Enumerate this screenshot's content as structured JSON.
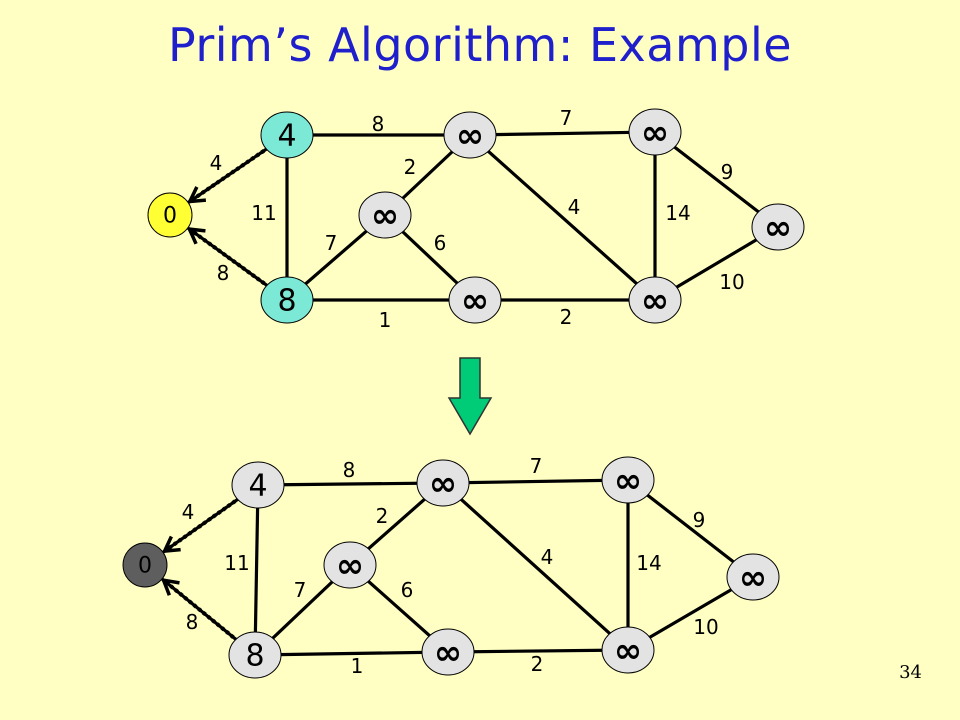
{
  "title": "Prim’s Algorithm: Example",
  "page_number": "34",
  "colors": {
    "background": "#FFFFC4",
    "title": "#1F1FCC",
    "node_default": "#E3E3E3",
    "node_fringe": "#7CE8D6",
    "node_start": "#FFFF33",
    "node_done": "#5E5E5E",
    "arrow": "#00CC77"
  },
  "graphs": [
    {
      "id": "before",
      "nodes": [
        {
          "id": "a",
          "label": "0",
          "style": "start"
        },
        {
          "id": "b",
          "label": "4",
          "style": "fringe"
        },
        {
          "id": "h",
          "label": "8",
          "style": "fringe"
        },
        {
          "id": "c",
          "label": "∞",
          "style": "default"
        },
        {
          "id": "i",
          "label": "∞",
          "style": "default"
        },
        {
          "id": "g",
          "label": "∞",
          "style": "default"
        },
        {
          "id": "d",
          "label": "∞",
          "style": "default"
        },
        {
          "id": "f",
          "label": "∞",
          "style": "default"
        },
        {
          "id": "e",
          "label": "∞",
          "style": "default"
        }
      ],
      "edges": [
        {
          "from": "a",
          "to": "b",
          "weight": "4",
          "tree": true
        },
        {
          "from": "a",
          "to": "h",
          "weight": "8",
          "tree": true
        },
        {
          "from": "b",
          "to": "h",
          "weight": "11",
          "tree": false
        },
        {
          "from": "b",
          "to": "c",
          "weight": "8",
          "tree": false
        },
        {
          "from": "c",
          "to": "i",
          "weight": "2",
          "tree": false
        },
        {
          "from": "h",
          "to": "i",
          "weight": "7",
          "tree": false
        },
        {
          "from": "i",
          "to": "g",
          "weight": "6",
          "tree": false
        },
        {
          "from": "h",
          "to": "g",
          "weight": "1",
          "tree": false
        },
        {
          "from": "c",
          "to": "d",
          "weight": "7",
          "tree": false
        },
        {
          "from": "c",
          "to": "f",
          "weight": "4",
          "tree": false
        },
        {
          "from": "g",
          "to": "f",
          "weight": "2",
          "tree": false
        },
        {
          "from": "d",
          "to": "f",
          "weight": "14",
          "tree": false
        },
        {
          "from": "d",
          "to": "e",
          "weight": "9",
          "tree": false
        },
        {
          "from": "f",
          "to": "e",
          "weight": "10",
          "tree": false
        }
      ]
    },
    {
      "id": "after",
      "nodes": [
        {
          "id": "a",
          "label": "0",
          "style": "done"
        },
        {
          "id": "b",
          "label": "4",
          "style": "default"
        },
        {
          "id": "h",
          "label": "8",
          "style": "default"
        },
        {
          "id": "c",
          "label": "∞",
          "style": "default"
        },
        {
          "id": "i",
          "label": "∞",
          "style": "default"
        },
        {
          "id": "g",
          "label": "∞",
          "style": "default"
        },
        {
          "id": "d",
          "label": "∞",
          "style": "default"
        },
        {
          "id": "f",
          "label": "∞",
          "style": "default"
        },
        {
          "id": "e",
          "label": "∞",
          "style": "default"
        }
      ],
      "edges": [
        {
          "from": "a",
          "to": "b",
          "weight": "4",
          "tree": true
        },
        {
          "from": "a",
          "to": "h",
          "weight": "8",
          "tree": true
        },
        {
          "from": "b",
          "to": "h",
          "weight": "11",
          "tree": false
        },
        {
          "from": "b",
          "to": "c",
          "weight": "8",
          "tree": false
        },
        {
          "from": "c",
          "to": "i",
          "weight": "2",
          "tree": false
        },
        {
          "from": "h",
          "to": "i",
          "weight": "7",
          "tree": false
        },
        {
          "from": "i",
          "to": "g",
          "weight": "6",
          "tree": false
        },
        {
          "from": "h",
          "to": "g",
          "weight": "1",
          "tree": false
        },
        {
          "from": "c",
          "to": "d",
          "weight": "7",
          "tree": false
        },
        {
          "from": "c",
          "to": "f",
          "weight": "4",
          "tree": false
        },
        {
          "from": "g",
          "to": "f",
          "weight": "2",
          "tree": false
        },
        {
          "from": "d",
          "to": "f",
          "weight": "14",
          "tree": false
        },
        {
          "from": "d",
          "to": "e",
          "weight": "9",
          "tree": false
        },
        {
          "from": "f",
          "to": "e",
          "weight": "10",
          "tree": false
        }
      ]
    }
  ]
}
